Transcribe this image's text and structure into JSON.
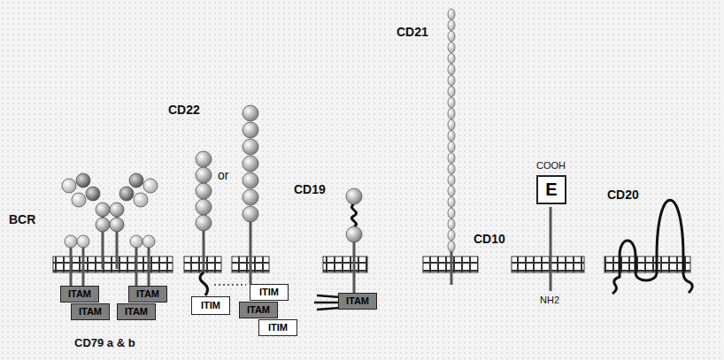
{
  "diagram": {
    "nodes": [
      {
        "text": [
          "ITAM"
        ]
      },
      {
        "text": [
          "ITAM"
        ]
      },
      {
        "text": [
          "ITAM"
        ]
      },
      {
        "text": [
          "ITAM"
        ]
      },
      {
        "text": [
          "ITIM"
        ]
      },
      {
        "text": [
          "ITIM"
        ]
      },
      {
        "text": [
          "ITAM"
        ]
      },
      {
        "text": [
          "ITIM"
        ]
      },
      {
        "text": [
          "ITAM"
        ]
      },
      {
        "text": [
          "E"
        ]
      }
    ],
    "edges": [],
    "labels": [
      "BCR",
      "CD79 a & b",
      "CD22",
      "or",
      "CD19",
      "CD21",
      "CD10",
      "COOH",
      "NH2",
      "CD20"
    ]
  }
}
